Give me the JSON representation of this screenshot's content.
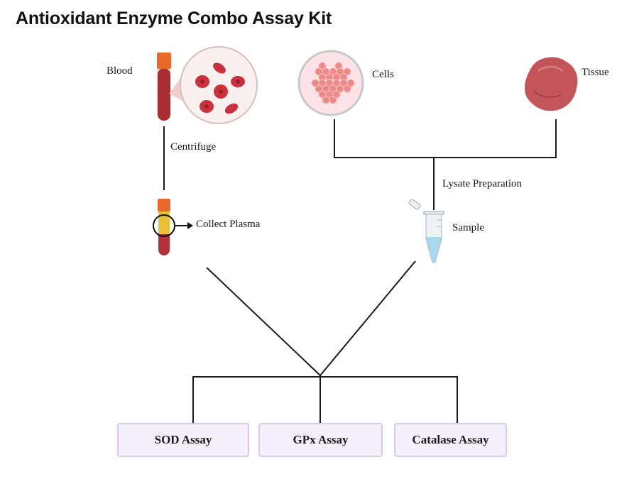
{
  "title": "Antioxidant Enzyme Combo Assay Kit",
  "sources": {
    "blood": "Blood",
    "cells": "Cells",
    "tissue": "Tissue"
  },
  "steps": {
    "centrifuge": "Centrifuge",
    "collect_plasma": "Collect Plasma",
    "lysate_preparation": "Lysate Preparation",
    "sample": "Sample"
  },
  "assays": [
    {
      "label": "SOD Assay"
    },
    {
      "label": "GPx Assay"
    },
    {
      "label": "Catalase Assay"
    }
  ],
  "colors": {
    "blood_red": "#b3323a",
    "cap_orange": "#e8692a",
    "plasma_yellow": "#e8c03a",
    "tissue_red": "#c2545a",
    "cell_pink": "#ef8c8c",
    "sample_blue": "#a8d8ee",
    "assay_fill": "#f4f0fc",
    "assay_border": "#d8c8f0"
  }
}
